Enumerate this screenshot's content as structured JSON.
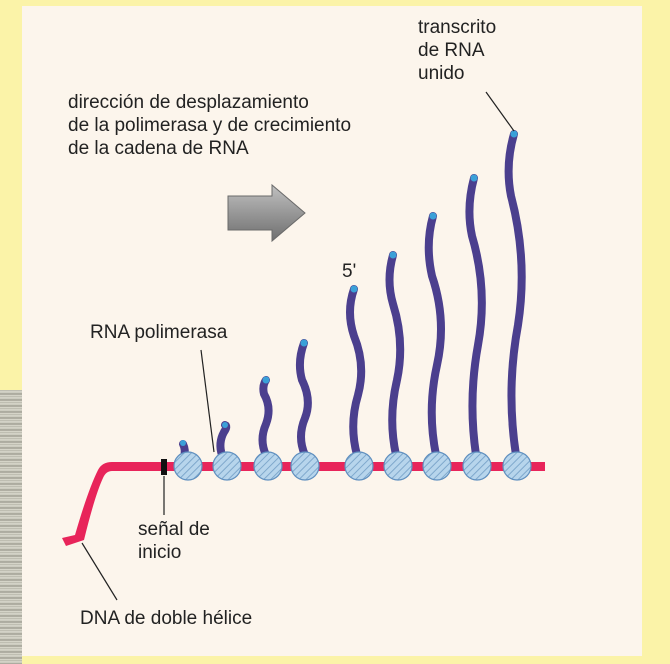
{
  "labels": {
    "direction": "dirección de desplazamiento\nde la polimerasa y de crecimiento\nde la cadena de RNA",
    "transcript": "transcrito\nde RNA\nunido",
    "five_prime": "5'",
    "polymerase": "RNA polimerasa",
    "start_signal": "señal de\ninicio",
    "dna": "DNA de doble hélice"
  },
  "colors": {
    "dna": "#e8245a",
    "rna": "#4b3f8e",
    "rna_tip": "#3aa0d8",
    "polymerase": "#a9cbe6",
    "arrow": "#8a8a8a",
    "background": "#fbf3a8"
  }
}
